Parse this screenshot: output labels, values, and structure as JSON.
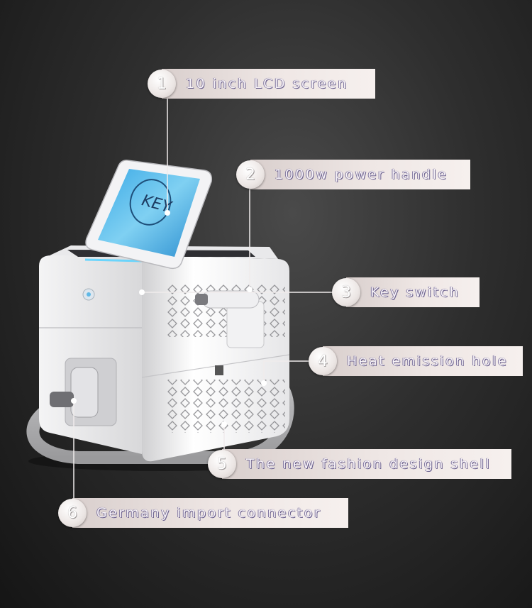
{
  "callouts": [
    {
      "number": "1",
      "label": "10 inch LCD screen"
    },
    {
      "number": "2",
      "label": "1000w power handle"
    },
    {
      "number": "3",
      "label": "Key switch"
    },
    {
      "number": "4",
      "label": "Heat emission hole"
    },
    {
      "number": "5",
      "label": "The new fashion design shell"
    },
    {
      "number": "6",
      "label": "Germany import connector"
    }
  ],
  "screen": {
    "logo_text": "KEY"
  },
  "colors": {
    "background": "#2e2e2e",
    "callout_bar": "#efe7e5",
    "label_text": "#f7f3f8",
    "screen_glow": "#3fb6e8"
  }
}
